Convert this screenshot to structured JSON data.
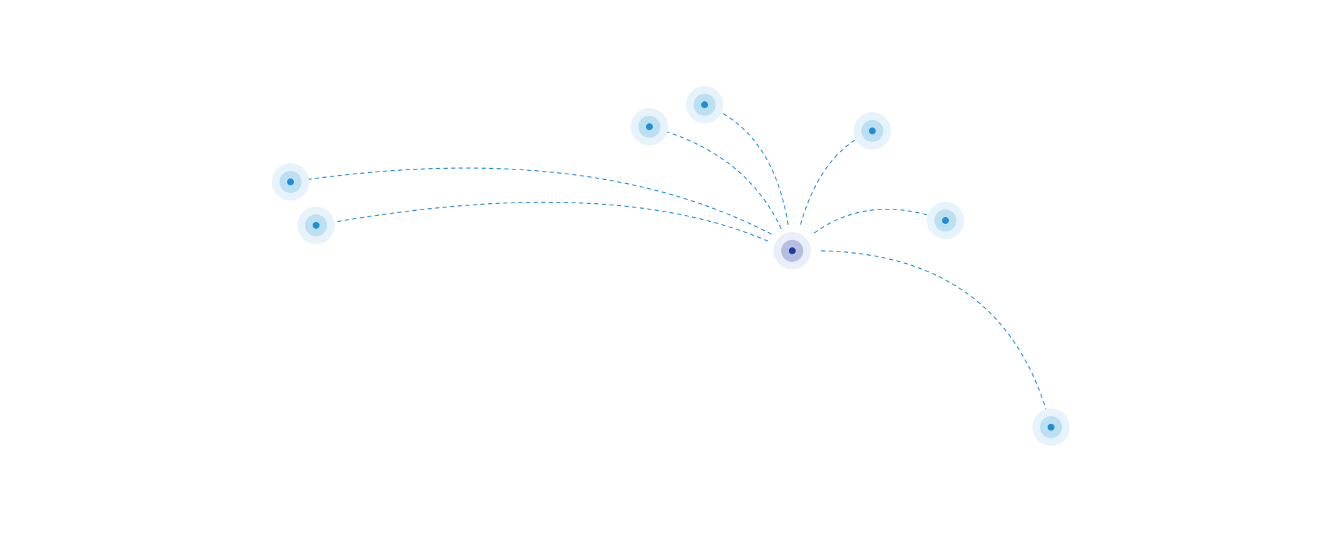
{
  "colors": {
    "background": "#ffffff",
    "route": "#1e8fd5",
    "node_dot": "#1e8fd5",
    "node_ring_outer": "#e6f3fb",
    "node_ring_inner": "#bcdff2",
    "hub_dot": "#1f3b9a",
    "hub_ring_outer": "#eaeef7",
    "hub_ring_inner": "#b7bde0"
  },
  "map": {
    "hub": {
      "id": "hub",
      "icon": "hub-marker-icon"
    },
    "destinations": [
      {
        "id": "dest-far-west-upper",
        "icon": "location-marker-icon"
      },
      {
        "id": "dest-far-west-lower",
        "icon": "location-marker-icon"
      },
      {
        "id": "dest-north-west",
        "icon": "location-marker-icon"
      },
      {
        "id": "dest-north",
        "icon": "location-marker-icon"
      },
      {
        "id": "dest-north-east",
        "icon": "location-marker-icon"
      },
      {
        "id": "dest-east",
        "icon": "location-marker-icon"
      },
      {
        "id": "dest-south-east",
        "icon": "location-marker-icon"
      }
    ]
  }
}
